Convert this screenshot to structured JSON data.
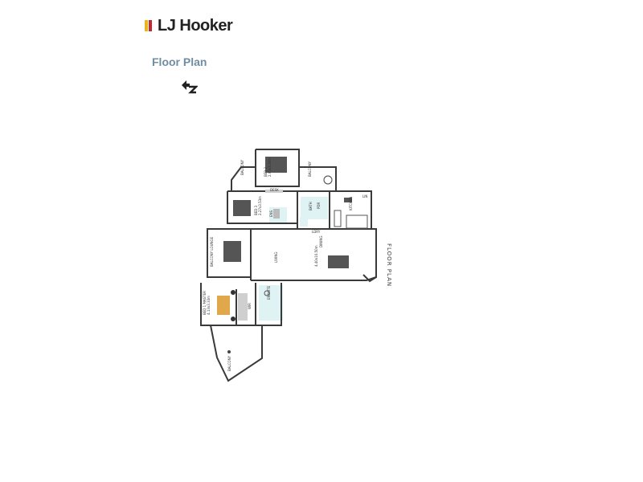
{
  "brand": {
    "name": "LJ Hooker",
    "mark_colors": [
      "#e4b71c",
      "#c9272d"
    ]
  },
  "title": "Floor Plan",
  "north_icon": "north-arrow-icon",
  "floor_label": "FLOOR PLAN",
  "rooms": {
    "balcony_1": "BALCONY",
    "bed2": "BED 2",
    "bed2_size": "2.95x3.30m",
    "desk": "DESK",
    "balcony_2": "BALCONY",
    "bed3": "BED 3",
    "bed3_size": "2.27x3.53m",
    "bath": "BATH",
    "ens": "ENS",
    "kitchen": "KITCHEN",
    "lin": "LIN",
    "pdr": "PDR",
    "ldry": "LDRY",
    "balcony_lounge": "BALCONY LOUNGE",
    "living": "LIVING",
    "dining": "DINING",
    "main_size": "4.40x10.50m",
    "bed1": "BED 1 MASTER",
    "bed1_size": "4.13x3.33m",
    "wir": "WIR",
    "ensuite": "ENSUITE",
    "balcony_3": "BALCONY"
  },
  "colors": {
    "wall": "#3a3a3a",
    "furniture_dark": "#555555",
    "wet_area": "#dff2f4",
    "wood": "#e0a84a"
  }
}
